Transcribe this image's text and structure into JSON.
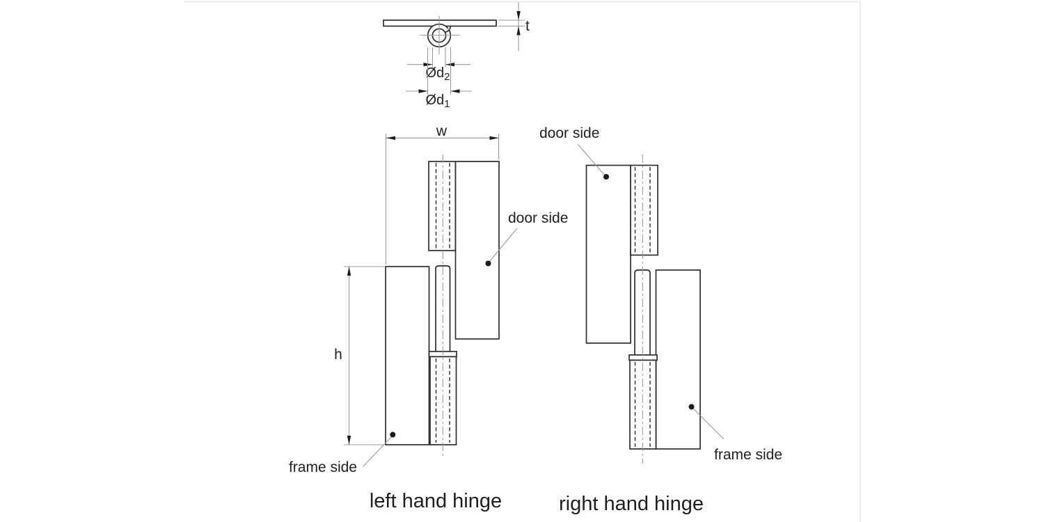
{
  "diagram": {
    "cross_section": {
      "t": "t",
      "d2": {
        "prefix": "Ød",
        "sub": "2"
      },
      "d1": {
        "prefix": "Ød",
        "sub": "1"
      }
    },
    "left": {
      "w": "w",
      "h": "h",
      "door": "door side",
      "frame": "frame side",
      "caption": "left hand hinge"
    },
    "right": {
      "door": "door side",
      "frame": "frame side",
      "caption": "right hand hinge"
    },
    "colors": {
      "outline": "#2d2d2d",
      "thin_line": "#9a9a9a",
      "arrow": "#1c1c1c",
      "text": "#1f1f1f",
      "border": "#ececec",
      "background": "#ffffff"
    }
  }
}
